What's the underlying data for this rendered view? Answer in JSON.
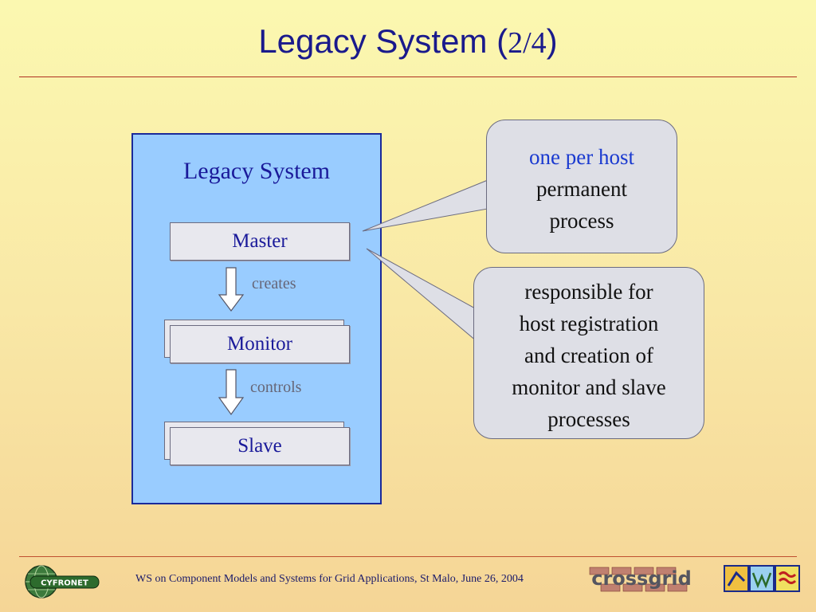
{
  "slide": {
    "title_main": "Legacy System (",
    "title_num": "2/4",
    "title_close": ")"
  },
  "diagram": {
    "container_label": "Legacy System",
    "nodes": {
      "master": "Master",
      "monitor": "Monitor",
      "slave": "Slave"
    },
    "edges": {
      "creates": "creates",
      "controls": "controls"
    },
    "callouts": {
      "one_per_host": "one per host",
      "permanent": "permanent",
      "process": "process",
      "resp_line1": "responsible for",
      "resp_line2": "host registration",
      "resp_line3": "and creation of",
      "resp_line4": "monitor and slave",
      "resp_line5": "processes"
    }
  },
  "footer": {
    "text": "WS on Component Models and Systems for Grid Applications, St Malo, June 26, 2004",
    "logo_left": "CYFRONET",
    "logo_right": "crossgrid"
  },
  "colors": {
    "title": "#1a1a8c",
    "box_fill": "#99ccff",
    "node_fill": "#e8e8ee",
    "callout_fill": "#dedfe6",
    "highlight": "#1a3ad0"
  }
}
